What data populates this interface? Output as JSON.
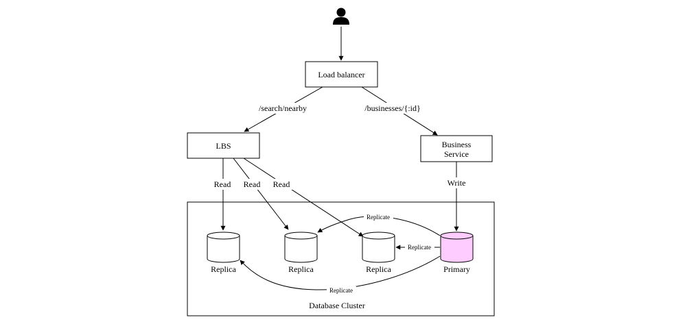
{
  "user": {
    "icon": "user-icon"
  },
  "nodes": {
    "load_balancer": "Load balancer",
    "lbs": "LBS",
    "business_service_line1": "Business",
    "business_service_line2": "Service"
  },
  "edges": {
    "search_nearby": "/search/nearby",
    "businesses_id": "/businesses/{:id}",
    "read_1": "Read",
    "read_2": "Read",
    "read_3": "Read",
    "write": "Write",
    "replicate_top": "Replicate",
    "replicate_mid": "Replicate",
    "replicate_bottom": "Replicate"
  },
  "cluster": {
    "label": "Database Cluster",
    "databases": [
      {
        "label": "Replica",
        "role": "replica"
      },
      {
        "label": "Replica",
        "role": "replica"
      },
      {
        "label": "Replica",
        "role": "replica"
      },
      {
        "label": "Primary",
        "role": "primary"
      }
    ]
  },
  "colors": {
    "primary_fill": "#ffccff",
    "replica_fill": "#ffffff",
    "stroke": "#000000"
  }
}
